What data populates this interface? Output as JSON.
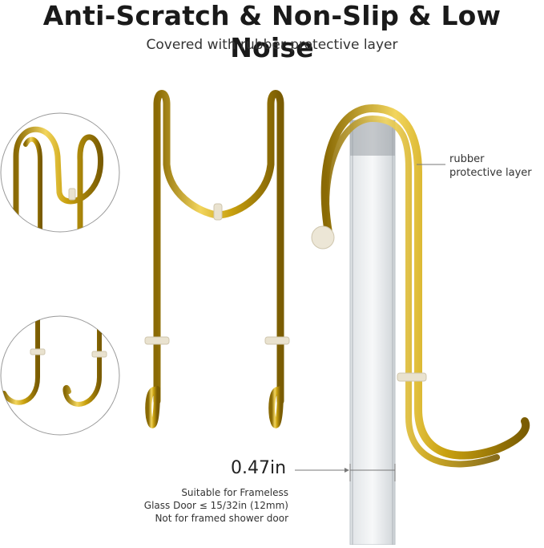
{
  "header": {
    "title": "Anti-Scratch & Non-Slip & Low Noise",
    "subtitle": "Covered with rubber protective layer"
  },
  "callout": {
    "line1": "rubber",
    "line2": "protective layer"
  },
  "measurement": {
    "value": "0.47in"
  },
  "note": {
    "line1": "Suitable for Frameless",
    "line2": "Glass Door ≤ 15/32in (12mm)",
    "line3": "Not for framed shower door"
  },
  "colors": {
    "gold": "#c9a10f",
    "gold_light": "#f0d35a",
    "gold_dark": "#8a6a04",
    "rubber": "#e9e2cf",
    "glass": "#c9ced3"
  }
}
